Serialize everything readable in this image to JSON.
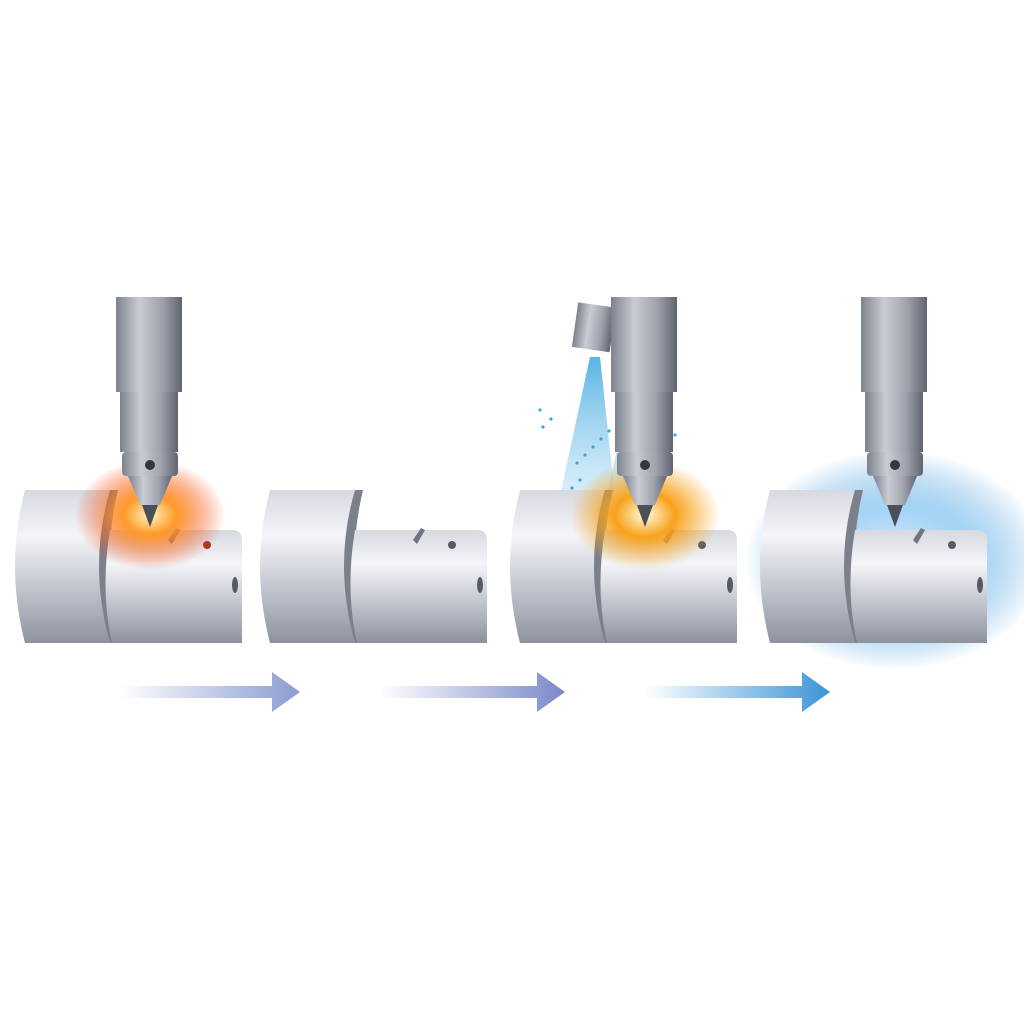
{
  "diagram": {
    "stages": [
      {
        "tool": "single-nozzle",
        "effect": "fire",
        "effect_color": "#f0401a"
      },
      {
        "tool": "twin-spray-nozzles",
        "effect": "water-spray",
        "effect_color": "#3aa6e0"
      },
      {
        "tool": "single-nozzle",
        "effect": "fire",
        "effect_color": "#f7a21b"
      },
      {
        "tool": "single-nozzle",
        "effect": "cool-glow",
        "effect_color": "#2f8fd8"
      }
    ],
    "arrows": [
      {
        "color": "#8a9bd0"
      },
      {
        "color": "#7a88c8"
      },
      {
        "color": "#3b93d6"
      }
    ],
    "colors": {
      "metal_light": "#eef0f4",
      "metal_mid": "#b8bcc6",
      "metal_dark": "#6f7480"
    }
  }
}
